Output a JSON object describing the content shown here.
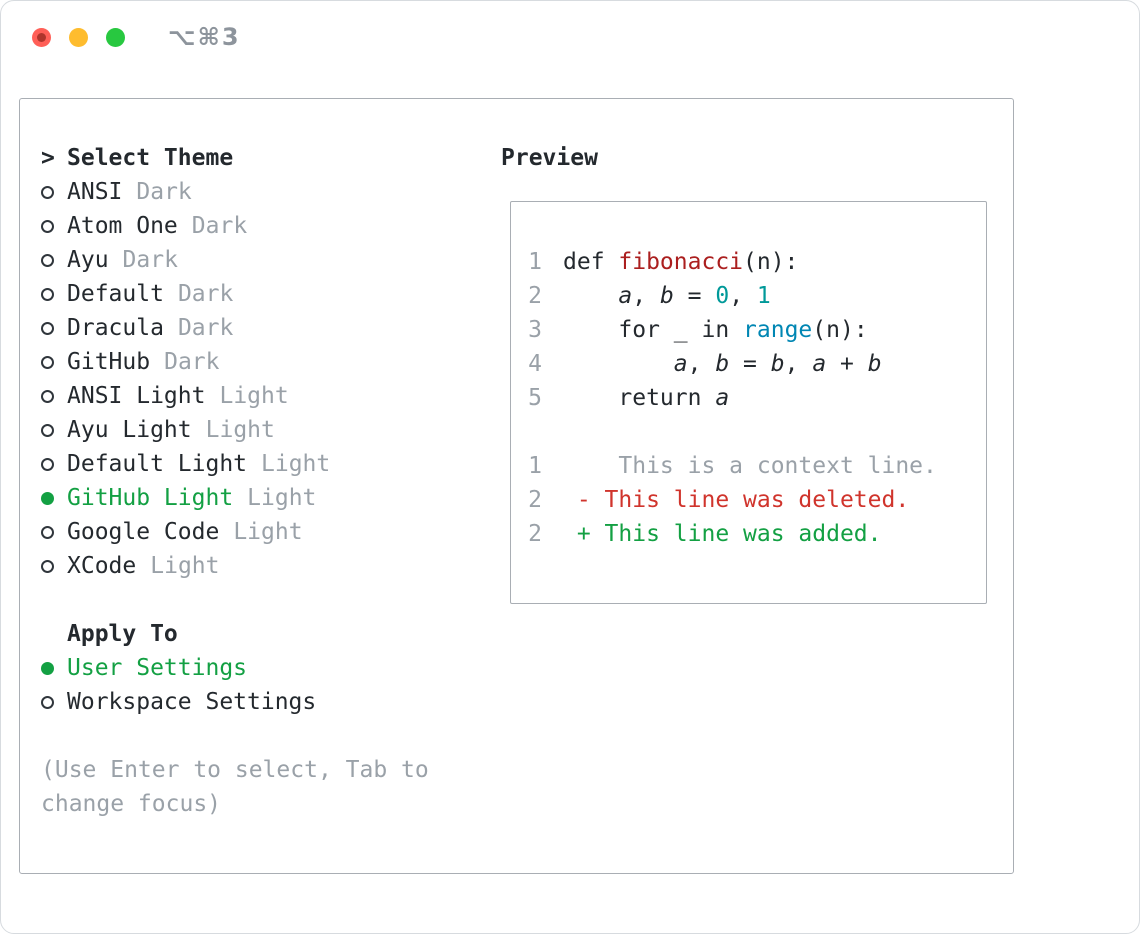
{
  "window": {
    "title": "⌥⌘3"
  },
  "colors": {
    "text": "#24292e",
    "muted": "#9aa1a8",
    "green": "#13a043",
    "function_red": "#ab1f1f",
    "diff_red": "#d0342c",
    "number_teal": "#009999",
    "builtin_blue": "#0086b3",
    "panel_border": "#a9aeb4",
    "window_border": "#d7dbdf",
    "title_gray": "#8d949c",
    "marker_outline": "#30363c",
    "traffic_red": "#ff5f57",
    "traffic_yellow": "#febc2e",
    "traffic_green": "#28c840"
  },
  "theme_selector": {
    "prompt": ">",
    "title": "Select Theme",
    "items": [
      {
        "label": "ANSI",
        "variant": "Dark",
        "selected": false
      },
      {
        "label": "Atom One",
        "variant": "Dark",
        "selected": false
      },
      {
        "label": "Ayu",
        "variant": "Dark",
        "selected": false
      },
      {
        "label": "Default",
        "variant": "Dark",
        "selected": false
      },
      {
        "label": "Dracula",
        "variant": "Dark",
        "selected": false
      },
      {
        "label": "GitHub",
        "variant": "Dark",
        "selected": false
      },
      {
        "label": "ANSI Light",
        "variant": "Light",
        "selected": false
      },
      {
        "label": "Ayu Light",
        "variant": "Light",
        "selected": false
      },
      {
        "label": "Default Light",
        "variant": "Light",
        "selected": false
      },
      {
        "label": "GitHub Light",
        "variant": "Light",
        "selected": true
      },
      {
        "label": "Google Code",
        "variant": "Light",
        "selected": false
      },
      {
        "label": "XCode",
        "variant": "Light",
        "selected": false
      }
    ]
  },
  "apply_to": {
    "title": "Apply To",
    "options": [
      {
        "label": "User Settings",
        "selected": true
      },
      {
        "label": "Workspace Settings",
        "selected": false
      }
    ]
  },
  "hint": "(Use Enter to select, Tab to change focus)",
  "preview": {
    "title": "Preview",
    "lines": [
      {
        "num": "1",
        "tokens": [
          {
            "text": "def ",
            "style": "keyword"
          },
          {
            "text": "fibonacci",
            "style": "function"
          },
          {
            "text": "(n):",
            "style": "plain"
          }
        ]
      },
      {
        "num": "2",
        "tokens": [
          {
            "text": "    ",
            "style": "plain"
          },
          {
            "text": "a",
            "style": "variable"
          },
          {
            "text": ", ",
            "style": "plain"
          },
          {
            "text": "b",
            "style": "variable"
          },
          {
            "text": " = ",
            "style": "plain"
          },
          {
            "text": "0",
            "style": "number"
          },
          {
            "text": ", ",
            "style": "plain"
          },
          {
            "text": "1",
            "style": "number"
          }
        ]
      },
      {
        "num": "3",
        "tokens": [
          {
            "text": "    ",
            "style": "plain"
          },
          {
            "text": "for",
            "style": "keyword"
          },
          {
            "text": " _ ",
            "style": "plain"
          },
          {
            "text": "in",
            "style": "keyword"
          },
          {
            "text": " ",
            "style": "plain"
          },
          {
            "text": "range",
            "style": "builtin"
          },
          {
            "text": "(n):",
            "style": "plain"
          }
        ]
      },
      {
        "num": "4",
        "tokens": [
          {
            "text": "        ",
            "style": "plain"
          },
          {
            "text": "a",
            "style": "variable"
          },
          {
            "text": ", ",
            "style": "plain"
          },
          {
            "text": "b",
            "style": "variable"
          },
          {
            "text": " = ",
            "style": "plain"
          },
          {
            "text": "b",
            "style": "variable"
          },
          {
            "text": ", ",
            "style": "plain"
          },
          {
            "text": "a",
            "style": "variable"
          },
          {
            "text": " + ",
            "style": "plain"
          },
          {
            "text": "b",
            "style": "variable"
          }
        ]
      },
      {
        "num": "5",
        "tokens": [
          {
            "text": "    ",
            "style": "plain"
          },
          {
            "text": "return",
            "style": "keyword"
          },
          {
            "text": " ",
            "style": "plain"
          },
          {
            "text": "a",
            "style": "variable"
          }
        ]
      },
      {
        "num": "",
        "tokens": []
      },
      {
        "num": "1",
        "tokens": [
          {
            "text": "    This is a context line.",
            "style": "context"
          }
        ]
      },
      {
        "num": "2",
        "tokens": [
          {
            "text": " - This line was deleted.",
            "style": "deleted"
          }
        ]
      },
      {
        "num": "2",
        "tokens": [
          {
            "text": " + This line was added.",
            "style": "added"
          }
        ]
      }
    ]
  }
}
